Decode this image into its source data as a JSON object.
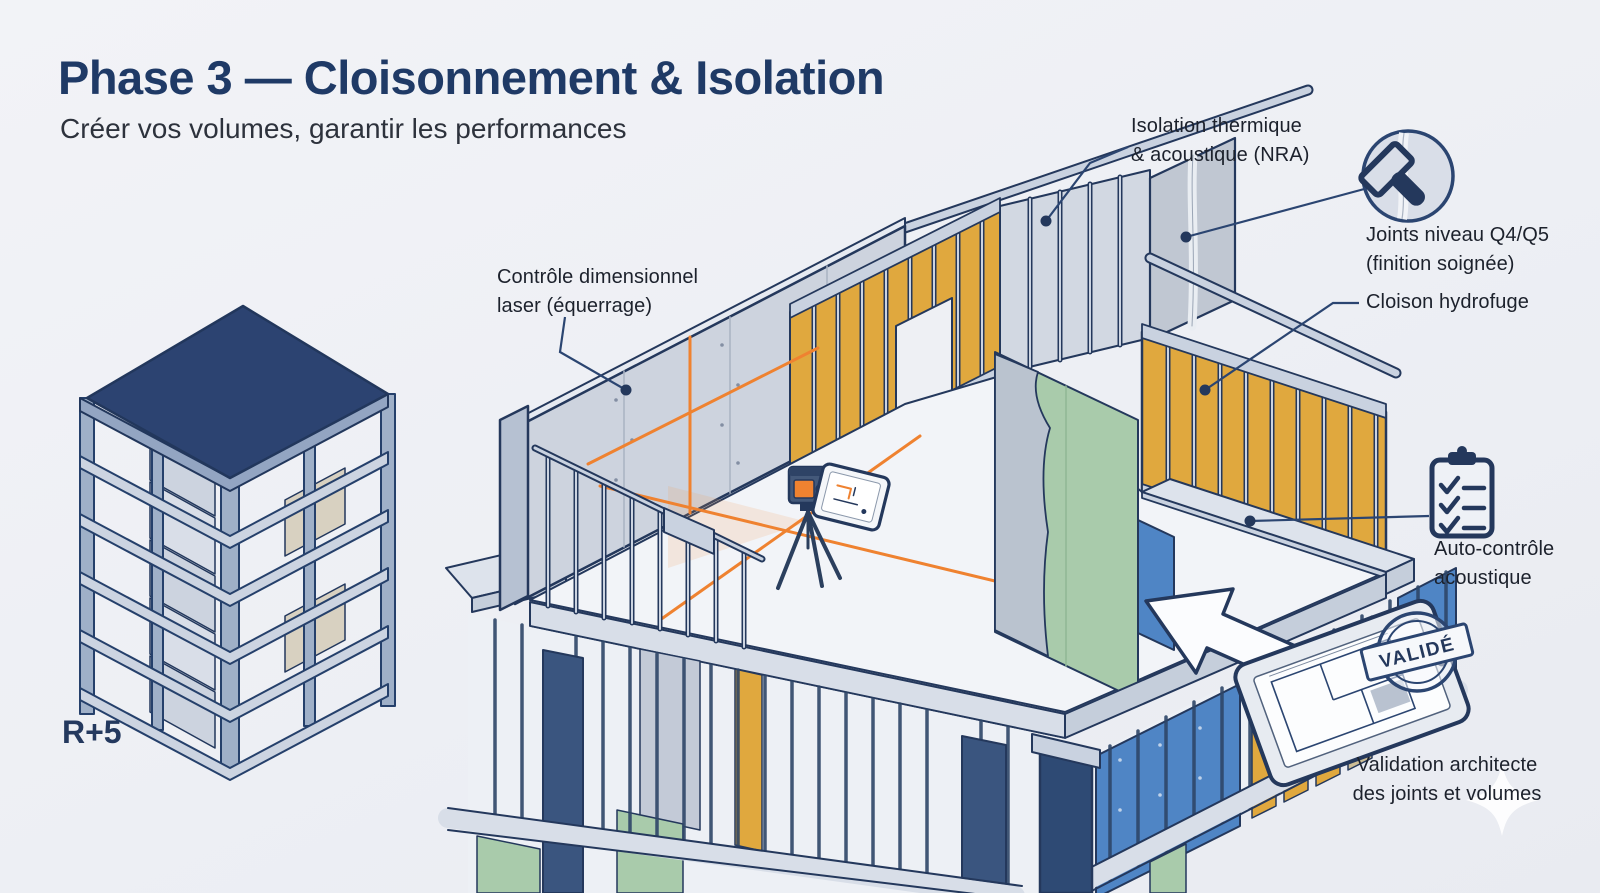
{
  "header": {
    "title": "Phase 3 — Cloisonnement & Isolation",
    "subtitle": "Créer vos volumes, garantir les performances"
  },
  "mini_building": {
    "floors_label": "R+5"
  },
  "callouts": {
    "laser_control": {
      "line1": "Contrôle dimensionnel",
      "line2": "laser (équerrage)"
    },
    "insulation": {
      "line1": "Isolation thermique",
      "line2": "& acoustique (NRA)"
    },
    "joints": {
      "line1": "Joints niveau Q4/Q5",
      "line2": "(finition soignée)"
    },
    "waterproof_partition": {
      "label": "Cloison hydrofuge"
    },
    "acoustic_check": {
      "line1": "Auto-contrôle",
      "line2": "acoustique"
    },
    "architect_validation": {
      "line1": "Validation architecte",
      "line2": "des joints et volumes"
    }
  },
  "stamp": {
    "label": "VALIDÉ"
  },
  "icons": {
    "joint_tool": "trowel-badge-icon",
    "checklist": "clipboard-checklist-icon",
    "tablet": "tablet-floorplan-icon",
    "laser": "laser-level-tripod-icon",
    "arrow": "validation-arrow-icon",
    "sparkle": "sparkle-icon"
  },
  "colors": {
    "background": "#eff1f6",
    "navy_outline": "#24385c",
    "title_navy": "#1f3a66",
    "insulation_yellow": "#e0a83e",
    "panel_green": "#a9cbab",
    "panel_blue": "#4f85c5",
    "drywall_gray": "#cdd3de",
    "laser_orange": "#ef8230"
  }
}
